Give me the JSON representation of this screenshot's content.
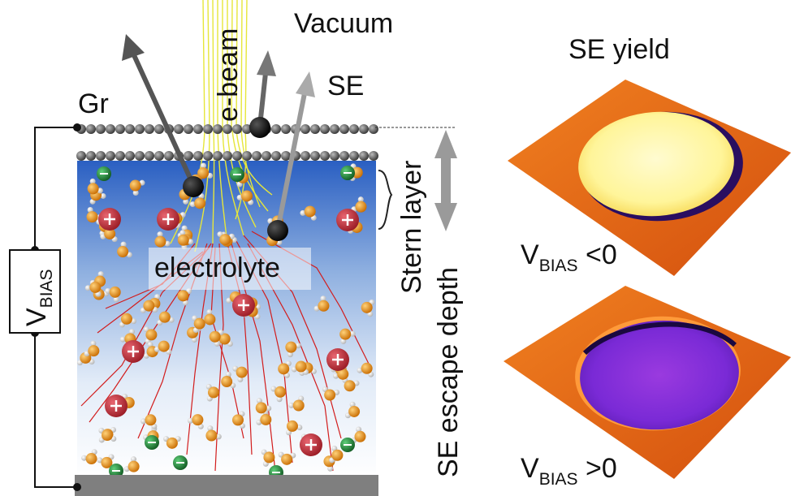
{
  "labels": {
    "vacuum": "Vacuum",
    "ebeam": "e-beam",
    "se": "SE",
    "gr": "Gr",
    "electrolyte": "electrolyte",
    "stern_layer": "Stern layer",
    "se_escape_depth": "SE escape depth",
    "se_yield": "SE yield",
    "vbias_main": "V",
    "vbias_sub": "BIAS",
    "vbias_neg_v": "V",
    "vbias_neg_sub": "BIAS",
    "vbias_neg_cond": " <0",
    "vbias_pos_v": "V",
    "vbias_pos_sub": "BIAS",
    "vbias_pos_cond": " >0"
  },
  "colors": {
    "electrolyte_top": "#2f66c6",
    "electrolyte_bottom": "#ffffff",
    "water_oxygen": "#e08a12",
    "water_hydrogen": "#f4f4f4",
    "cation": "#c9303a",
    "anion": "#1f8a3a",
    "graphene": "#4a4a4a",
    "ebeam": "#e6e63a",
    "se_tracks": "#d21c1c",
    "electrode": "#7f7f7f",
    "map_background": "#e2600f",
    "map_negative_disk": "#fff9b0",
    "map_positive_disk": "#6a22c8"
  }
}
